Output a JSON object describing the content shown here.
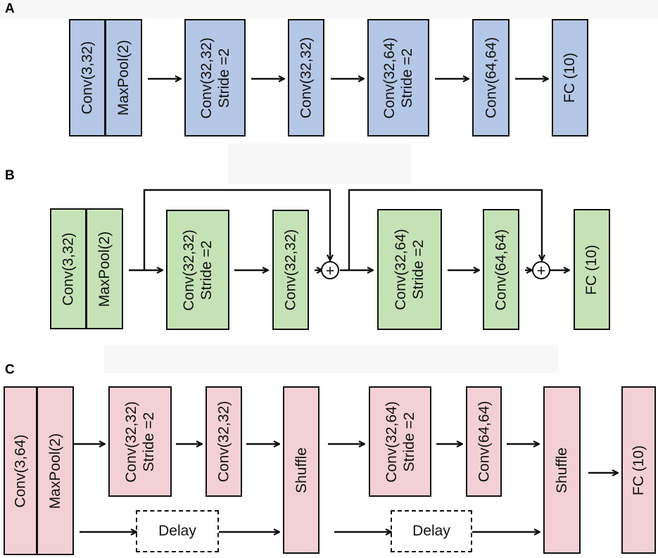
{
  "panels": {
    "a": {
      "label": "A",
      "colors": {
        "fill": "#b5c7e6",
        "border": "#111111"
      },
      "blocks": [
        {
          "lines": [
            "Conv(3,32)"
          ]
        },
        {
          "lines": [
            "MaxPool(2)"
          ]
        },
        {
          "lines": [
            "Conv(32,32)",
            "Stride =2"
          ]
        },
        {
          "lines": [
            "Conv(32,32)"
          ]
        },
        {
          "lines": [
            "Conv(32,64)",
            "Stride =2"
          ]
        },
        {
          "lines": [
            "Conv(64,64)"
          ]
        },
        {
          "lines": [
            "FC (10)"
          ]
        }
      ]
    },
    "b": {
      "label": "B",
      "colors": {
        "fill": "#c5e2b6",
        "border": "#111111"
      },
      "sum_symbol": "+",
      "blocks": [
        {
          "lines": [
            "Conv(3,32)"
          ]
        },
        {
          "lines": [
            "MaxPool(2)"
          ]
        },
        {
          "lines": [
            "Conv(32,32)",
            "Stride =2"
          ]
        },
        {
          "lines": [
            "Conv(32,32)"
          ]
        },
        {
          "lines": [
            "Conv(32,64)",
            "Stride =2"
          ]
        },
        {
          "lines": [
            "Conv(64,64)"
          ]
        },
        {
          "lines": [
            "FC (10)"
          ]
        }
      ]
    },
    "c": {
      "label": "C",
      "colors": {
        "fill": "#f3d0d5",
        "border": "#111111"
      },
      "blocks": [
        {
          "lines": [
            "Conv(3,64)"
          ]
        },
        {
          "lines": [
            "MaxPool(2)"
          ]
        },
        {
          "lines": [
            "Conv(32,32)",
            "Stride =2"
          ]
        },
        {
          "lines": [
            "Conv(32,32)"
          ]
        },
        {
          "lines": [
            "Shuffle"
          ]
        },
        {
          "lines": [
            "Conv(32,64)",
            "Stride =2"
          ]
        },
        {
          "lines": [
            "Conv(64,64)"
          ]
        },
        {
          "lines": [
            "Shuffle"
          ]
        },
        {
          "lines": [
            "FC (10)"
          ]
        }
      ],
      "delays": [
        "Delay",
        "Delay"
      ]
    }
  }
}
